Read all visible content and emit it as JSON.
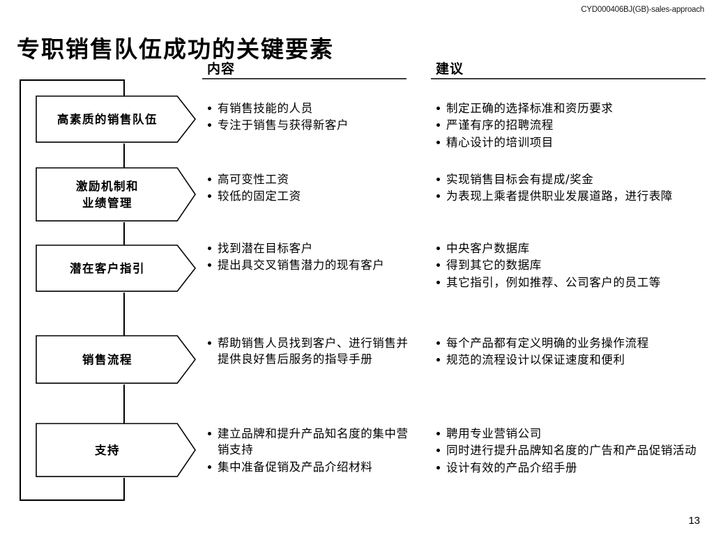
{
  "header": {
    "doc_code": "CYD000406BJ(GB)-sales-approach"
  },
  "title": "专职销售队伍成功的关键要素",
  "columns": {
    "content_header": "内容",
    "advice_header": "建议"
  },
  "page_number": "13",
  "colors": {
    "ink": "#000000",
    "rule": "#3d3d3d",
    "shape_fill": "#ffffff"
  },
  "rows": [
    {
      "factor": "高素质的销售队伍",
      "content": [
        "有销售技能的人员",
        "专注于销售与获得新客户"
      ],
      "advice": [
        "制定正确的选择标准和资历要求",
        "严谨有序的招聘流程",
        "精心设计的培训项目"
      ]
    },
    {
      "factor": "激励机制和\n业绩管理",
      "content": [
        "高可变性工资",
        "较低的固定工资"
      ],
      "advice": [
        "实现销售目标会有提成/奖金",
        "为表现上乘者提供职业发展道路，进行表障"
      ]
    },
    {
      "factor": "潜在客户指引",
      "content": [
        "找到潜在目标客户",
        "提出具交叉销售潜力的现有客户"
      ],
      "advice": [
        "中央客户数据库",
        "得到其它的数据库",
        "其它指引，例如推荐、公司客户的员工等"
      ]
    },
    {
      "factor": "销售流程",
      "content": [
        "帮助销售人员找到客户、进行销售并提供良好售后服务的指导手册"
      ],
      "advice": [
        "每个产品都有定义明确的业务操作流程",
        "规范的流程设计以保证速度和便利"
      ]
    },
    {
      "factor": "支持",
      "content": [
        "建立品牌和提升产品知名度的集中营销支持",
        "集中准备促销及产品介绍材料"
      ],
      "advice": [
        "聘用专业营销公司",
        "同时进行提升品牌知名度的广告和产品促销活动",
        "设计有效的产品介绍手册"
      ]
    }
  ]
}
